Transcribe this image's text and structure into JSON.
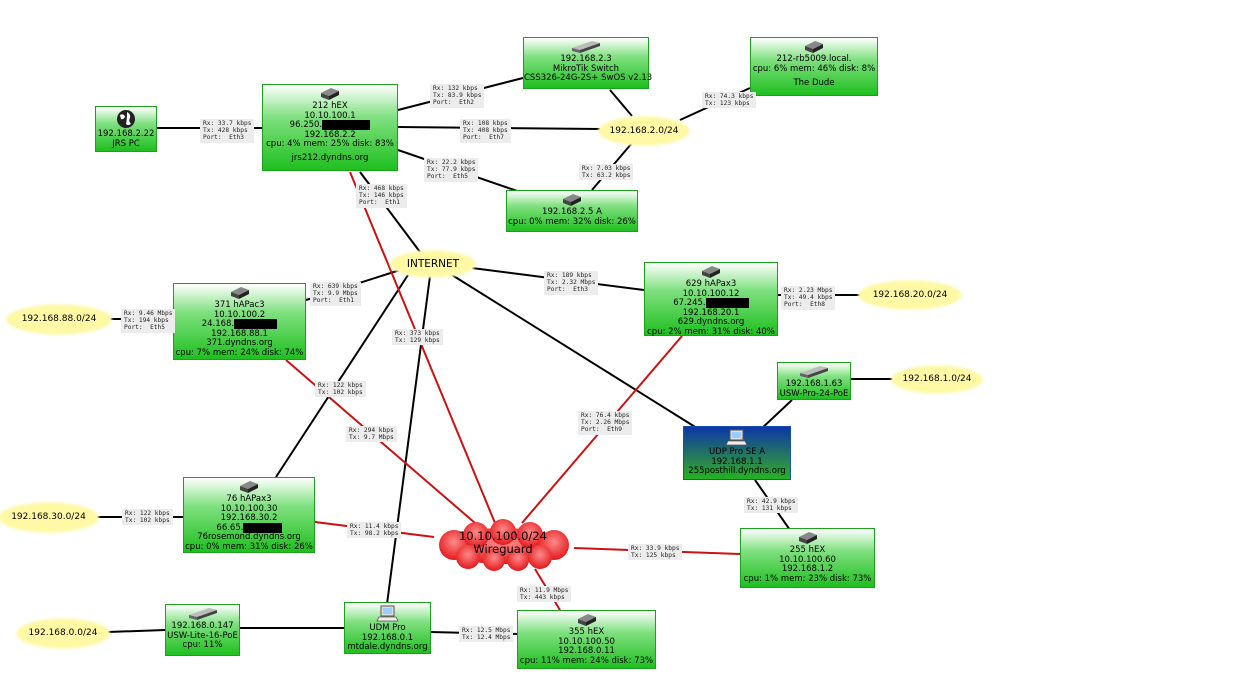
{
  "colors": {
    "link_ethernet": "#000000",
    "link_wireguard": "#cc1111",
    "node_green": "#22bb22",
    "cloud_yellow": "#fff9a6",
    "cloud_red": "#e8191c"
  },
  "nodes": {
    "hex212": {
      "icon": "router-icon",
      "lines": [
        "212 hEX",
        "10.10.100.1",
        "96.250.",
        "192.168.2.2",
        "cpu: 4% mem: 25% disk: 83%",
        "",
        "jrs212.dyndns.org"
      ]
    },
    "jrspc": {
      "icon": "globe-icon",
      "lines": [
        "192.168.2.22",
        "JRS PC"
      ]
    },
    "switch23": {
      "icon": "switch-icon",
      "lines": [
        "192.168.2.3",
        "MikroTik Switch",
        "CSS326-24G-2S+ SwOS v2.13"
      ]
    },
    "rb5009": {
      "icon": "router-icon",
      "lines": [
        "212-rb5009.local.",
        "cpu: 6% mem: 46% disk: 8%",
        "",
        "The Dude"
      ]
    },
    "node25a": {
      "icon": "router-icon",
      "lines": [
        "192.168.2.5 A",
        "cpu: 0% mem: 32% disk: 26%"
      ]
    },
    "hapac371": {
      "icon": "router-icon",
      "lines": [
        "371 hAPac3",
        "10.10.100.2",
        "24.168.",
        "192.168.88.1",
        "371.dyndns.org",
        "cpu: 7% mem: 24% disk: 74%"
      ]
    },
    "hapax629": {
      "icon": "router-icon",
      "lines": [
        "629 hAPax3",
        "10.10.100.12",
        "67.245.",
        "192.168.20.1",
        "629.dyndns.org",
        "cpu: 2% mem: 31% disk: 40%"
      ]
    },
    "uswpro": {
      "icon": "switch-icon",
      "lines": [
        "192.168.1.63",
        "USW-Pro-24-PoE"
      ]
    },
    "udpprose": {
      "icon": "computer-icon",
      "lines": [
        "UDP Pro SE A",
        "192.168.1.1",
        "255posthill.dyndns.org"
      ]
    },
    "hapax76": {
      "icon": "router-icon",
      "lines": [
        "76 hAPax3",
        "10.10.100.30",
        "192.168.30.2",
        "66.65.",
        "76rosemond.dyndns.org",
        "cpu: 0% mem: 31% disk: 26%"
      ]
    },
    "hex255": {
      "icon": "router-icon",
      "lines": [
        "255 hEX",
        "10.10.100.60",
        "192.168.1.2",
        "cpu: 1% mem: 23% disk: 73%"
      ]
    },
    "uswlite": {
      "icon": "switch-icon",
      "lines": [
        "192.168.0.147",
        "USW-Lite-16-PoE",
        "cpu: 11%"
      ]
    },
    "udmpro": {
      "icon": "computer-icon",
      "lines": [
        "UDM Pro",
        "192.168.0.1",
        "mtdale.dyndns.org"
      ]
    },
    "hex355": {
      "icon": "router-icon",
      "lines": [
        "355 hEX",
        "10.10.100.50",
        "192.168.0.11",
        "cpu: 11% mem: 24% disk: 73%"
      ]
    }
  },
  "clouds": {
    "net2": "192.168.2.0/24",
    "internet": "INTERNET",
    "net88": "192.168.88.0/24",
    "net20": "192.168.20.0/24",
    "net1": "192.168.1.0/24",
    "net30": "192.168.30.0/24",
    "net0": "192.168.0.0/24",
    "wireguard": [
      "10.10.100.0/24",
      "Wireguard"
    ]
  },
  "labels": {
    "l1": [
      "Rx: 33.7 kbps",
      "Tx: 428 kbps",
      "Port:  Eth3"
    ],
    "l2": [
      "Rx: 132 kbps",
      "Tx: 83.9 kbps",
      "Port:  Eth2"
    ],
    "l3": [
      "Rx: 74.3 kbps",
      "Tx: 123 kbps"
    ],
    "l4": [
      "Rx: 108 kbps",
      "Tx: 408 kbps",
      "Port:  Eth7"
    ],
    "l5": [
      "Rx: 22.2 kbps",
      "Tx: 77.9 kbps",
      "Port:  Eth5"
    ],
    "l6": [
      "Rx: 7.03 kbps",
      "Tx: 63.2 kbps"
    ],
    "l7": [
      "Rx: 468 kbps",
      "Tx: 146 kbps",
      "Port:  Eth1"
    ],
    "l8": [
      "Rx: 639 kbps",
      "Tx: 9.9 Mbps",
      "Port:  Eth1"
    ],
    "l9": [
      "Rx: 9.46 Mbps",
      "Tx: 194 kbps",
      "Port:  Eth5"
    ],
    "l10": [
      "Rx: 189 kbps",
      "Tx: 2.32 Mbps",
      "Port:  Eth3"
    ],
    "l11": [
      "Rx: 2.23 Mbps",
      "Tx: 49.4 kbps",
      "Port:  Eth8"
    ],
    "l12": [
      "Rx: 373 kbps",
      "Tx: 129 kbps"
    ],
    "l13": [
      "Rx: 122 kbps",
      "Tx: 102 kbps"
    ],
    "l14": [
      "Rx: 76.4 kbps",
      "Tx: 2.26 Mbps",
      "Port:  Eth9"
    ],
    "l15": [
      "Rx: 294 kbps",
      "Tx: 9.7 Mbps"
    ],
    "l16": [
      "Rx: 42.9 kbps",
      "Tx: 131 kbps"
    ],
    "l17": [
      "Rx: 122 kbps",
      "Tx: 102 kbps"
    ],
    "l18": [
      "Rx: 11.4 kbps",
      "Tx: 98.2 kbps"
    ],
    "l19": [
      "Rx: 33.9 kbps",
      "Tx: 125 kbps"
    ],
    "l20": [
      "Rx: 11.9 Mbps",
      "Tx: 443 kbps"
    ],
    "l21": [
      "Rx: 12.5 Mbps",
      "Tx: 12.4 Mbps"
    ]
  }
}
